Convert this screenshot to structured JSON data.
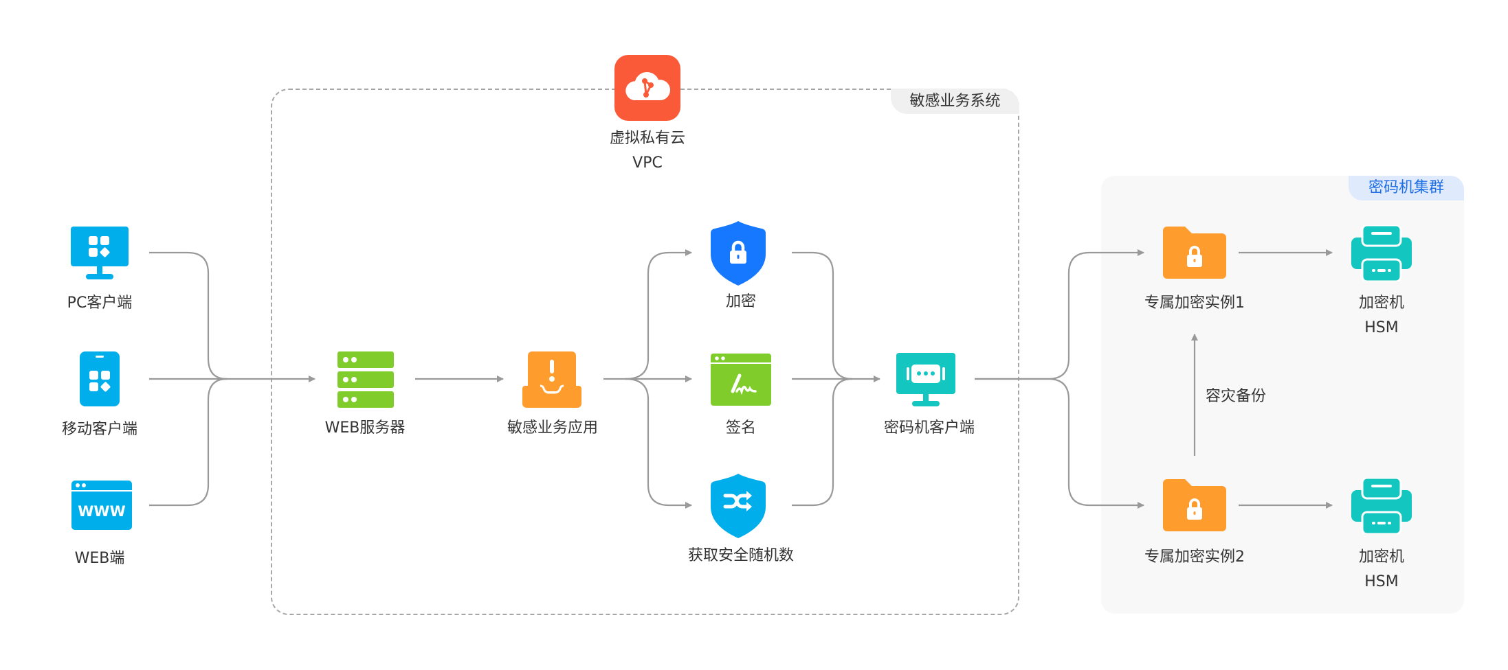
{
  "groups": {
    "sensitive_system": {
      "label": "敏感业务系统"
    },
    "hsm_cluster": {
      "label": "密码机集群"
    }
  },
  "vpc": {
    "title": "虚拟私有云",
    "subtitle": "VPC",
    "icon": "cloud-network-icon",
    "color": "#fa5a37"
  },
  "clients": [
    {
      "label": "PC客户端",
      "icon": "desktop-app-icon",
      "color": "#00aeec"
    },
    {
      "label": "移动客户端",
      "icon": "mobile-app-icon",
      "color": "#00aeec"
    },
    {
      "label": "WEB端",
      "icon": "browser-www-icon",
      "color": "#00aeec",
      "glyph": "WWW"
    }
  ],
  "web_server": {
    "label": "WEB服务器",
    "icon": "server-rack-icon",
    "color": "#7fcc2a"
  },
  "sensitive_app": {
    "label": "敏感业务应用",
    "icon": "alert-tray-icon",
    "color": "#ff9c2e"
  },
  "operations": [
    {
      "label": "加密",
      "icon": "shield-lock-icon",
      "color": "#1677ff"
    },
    {
      "label": "签名",
      "icon": "signature-window-icon",
      "color": "#7fcc2a"
    },
    {
      "label": "获取安全随机数",
      "icon": "shield-shuffle-icon",
      "color": "#00aeec"
    }
  ],
  "crypto_client": {
    "label": "密码机客户端",
    "icon": "monitor-password-icon",
    "color": "#13c7c0"
  },
  "instances": [
    {
      "label": "专属加密实例1",
      "icon": "folder-lock-icon",
      "color": "#ff9c2e"
    },
    {
      "label": "专属加密实例2",
      "icon": "folder-lock-icon",
      "color": "#ff9c2e"
    }
  ],
  "hsms": [
    {
      "label": "加密机",
      "sublabel": "HSM",
      "icon": "hsm-device-icon",
      "color": "#13c7c0"
    },
    {
      "label": "加密机",
      "sublabel": "HSM",
      "icon": "hsm-device-icon",
      "color": "#13c7c0"
    }
  ],
  "backup": {
    "label": "容灾备份"
  },
  "connector_color": "#999999"
}
